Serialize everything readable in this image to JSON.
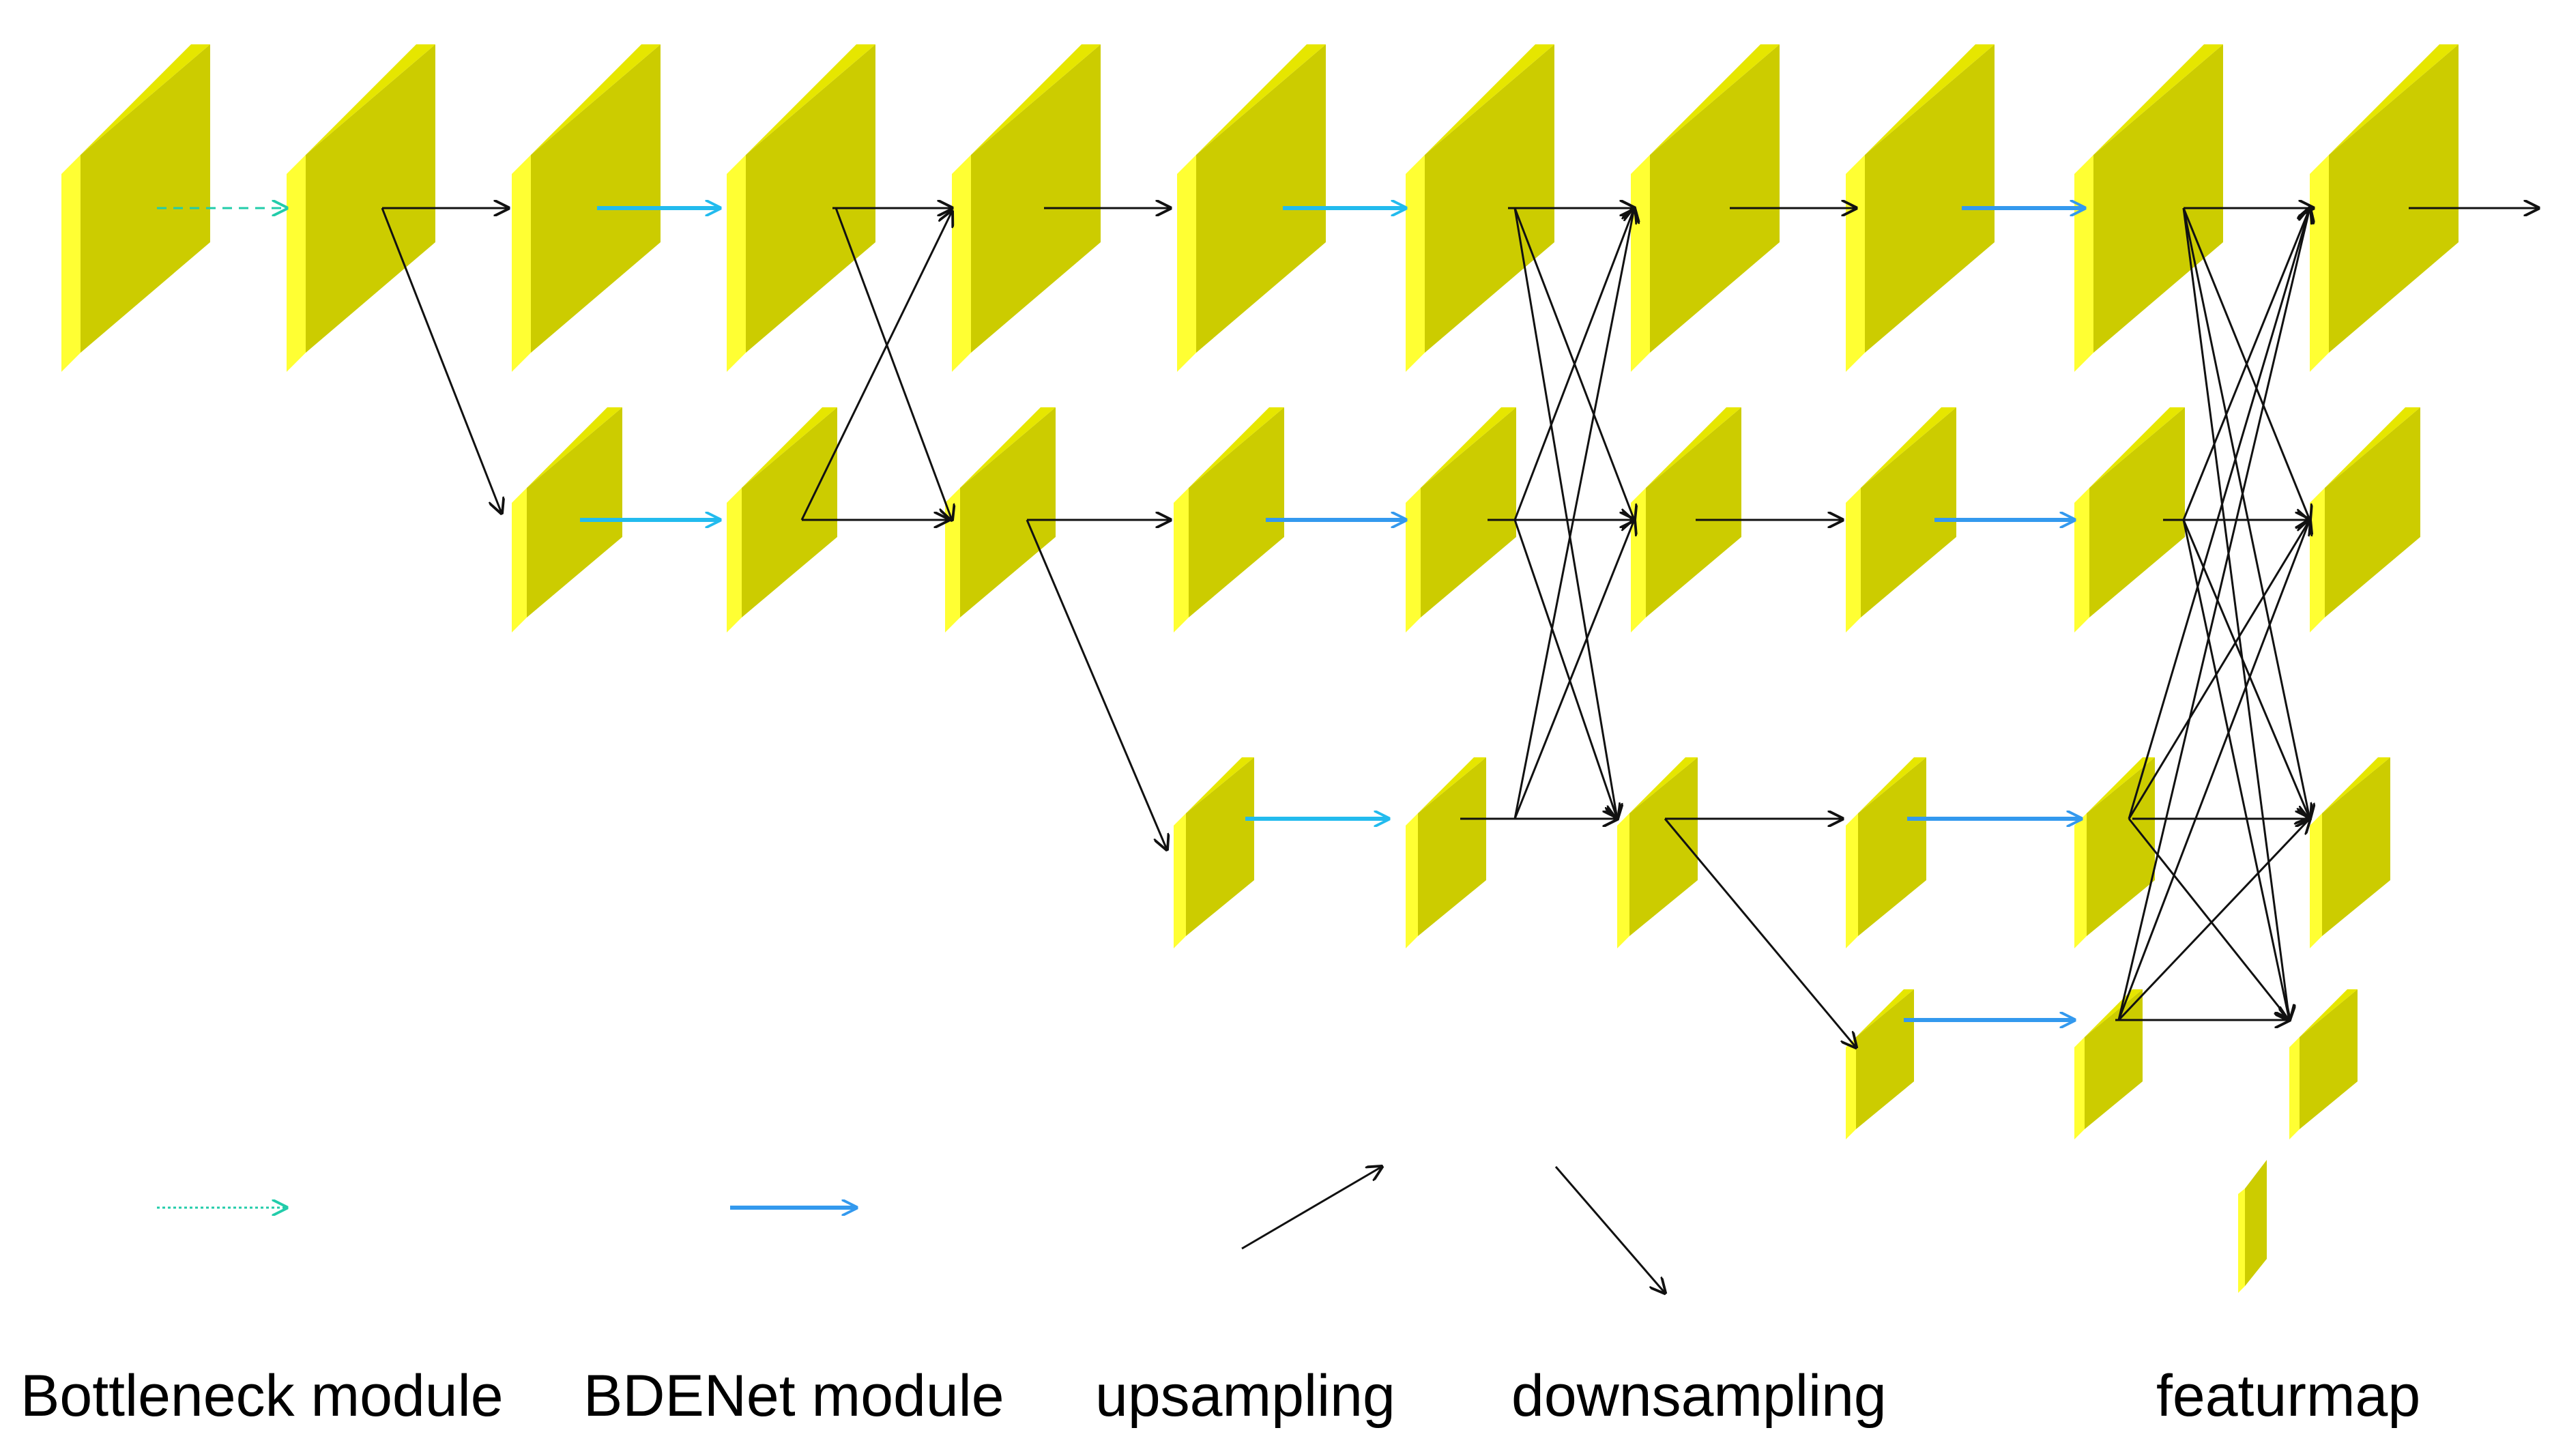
{
  "colors": {
    "block_face": "#cccc00",
    "block_edge": "#ffff33",
    "block_edge_dark": "#e6e600",
    "bottleneck_arrow": "#22ccaa",
    "bdenet_arrow": "#3399ee",
    "bdenet_arrow_light": "#22bbee",
    "sampling_arrow": "#111111"
  },
  "legend": {
    "bottleneck_label": "Bottleneck module",
    "bdenet_label": "BDENet module",
    "upsampling_label": "upsampling",
    "downsampling_label": "downsampling",
    "featurmap_label": "featurmap"
  }
}
